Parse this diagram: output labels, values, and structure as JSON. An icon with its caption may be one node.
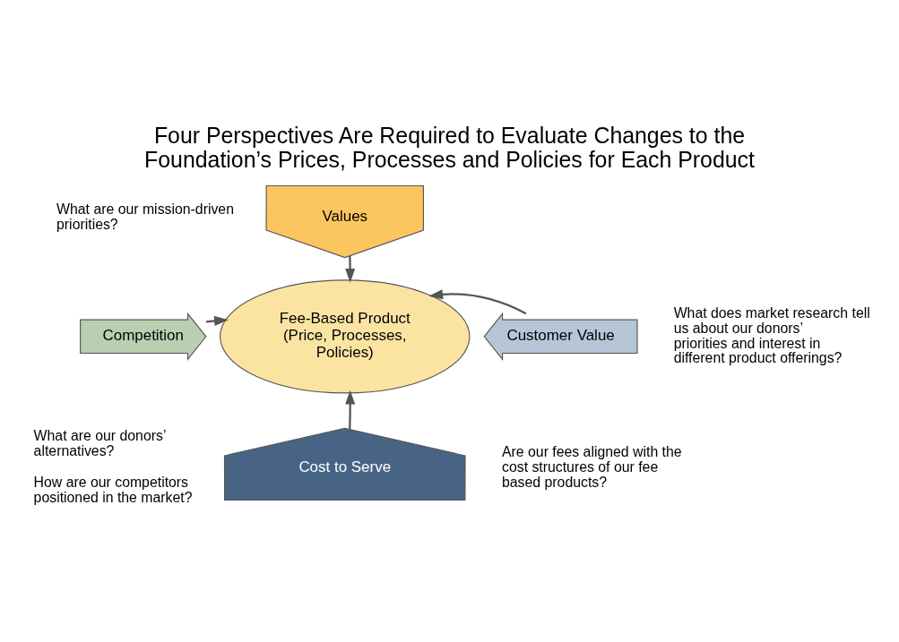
{
  "diagram": {
    "title": "Four Perspectives Are Required to Evaluate Changes to the Foundation’s Prices, Processes and Policies for Each Product",
    "nodes": [
      {
        "text": [
          "Values"
        ],
        "beside": [
          "What are our mission-driven priorities?"
        ]
      },
      {
        "text": [
          "Competition"
        ],
        "beside": [
          "What are our donors’ alternatives?",
          "How are our competitors positioned in the market?"
        ]
      },
      {
        "text": [
          "Fee-Based Product (Price, Processes, Policies)"
        ]
      },
      {
        "text": [
          "Customer Value"
        ],
        "beside": [
          "What does market research tell us about our donors’ priorities and interest in different product offerings?"
        ]
      },
      {
        "text": [
          "Cost to Serve"
        ],
        "beside": [
          "Are our fees aligned with the cost structures of our fee based products?"
        ]
      }
    ],
    "edges": [
      {
        "from": 0,
        "to": 2,
        "arrow": "to"
      },
      {
        "from": 1,
        "to": 2,
        "arrow": "to"
      },
      {
        "from": 3,
        "to": 2,
        "arrow": "to"
      },
      {
        "from": 4,
        "to": 2,
        "arrow": "to"
      }
    ]
  }
}
